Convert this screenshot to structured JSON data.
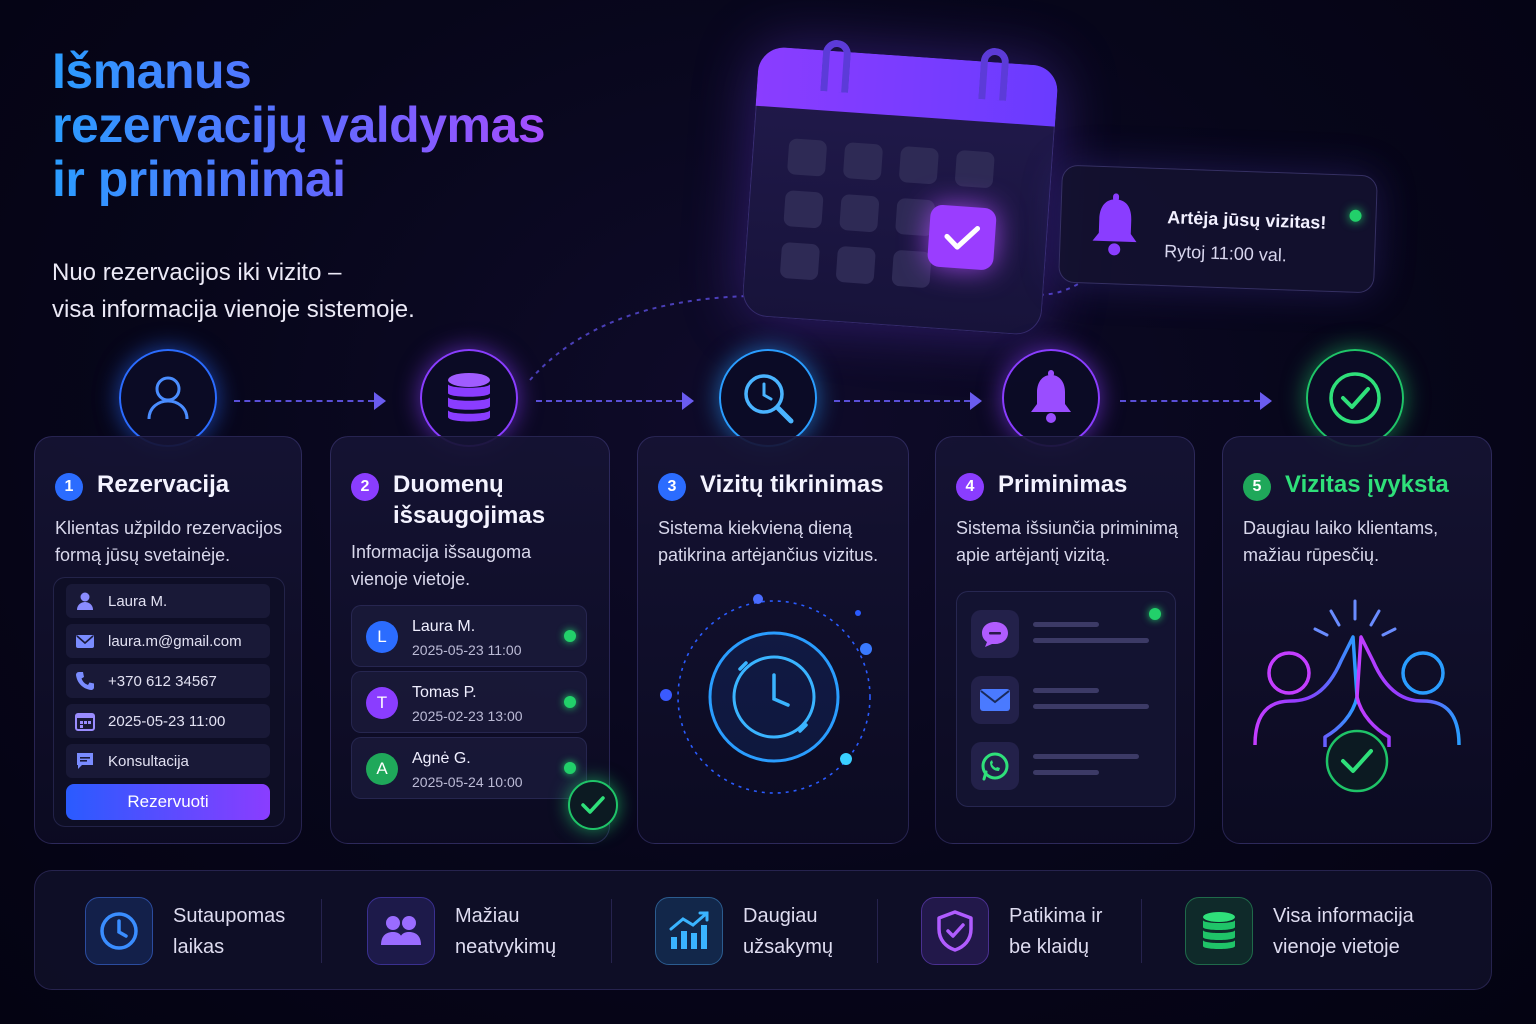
{
  "header": {
    "title_lines": [
      "Išmanus",
      "rezervacijų valdymas",
      "ir priminimai"
    ],
    "subtitle_lines": [
      "Nuo rezervacijos iki vizito –",
      "visa informacija vienoje sistemoje."
    ]
  },
  "notification": {
    "title": "Artėja jūsų vizitas!",
    "subtitle": "Rytoj 11:00 val."
  },
  "steps": [
    {
      "number": "1",
      "title_lines": [
        "Rezervacija"
      ],
      "desc_lines": [
        "Klientas užpildo rezervacijos",
        "formą jūsų svetainėje."
      ],
      "form": {
        "name": "Laura M.",
        "email": "laura.m@gmail.com",
        "phone": "+370 612 34567",
        "datetime": "2025-05-23 11:00",
        "service": "Konsultacija",
        "button": "Rezervuoti"
      }
    },
    {
      "number": "2",
      "title_lines": [
        "Duomenų",
        "išsaugojimas"
      ],
      "desc_lines": [
        "Informacija išsaugoma",
        "vienoje vietoje."
      ],
      "records": [
        {
          "initial": "L",
          "name": "Laura M.",
          "date": "2025-05-23 11:00"
        },
        {
          "initial": "T",
          "name": "Tomas P.",
          "date": "2025-02-23 13:00"
        },
        {
          "initial": "A",
          "name": "Agnė G.",
          "date": "2025-05-24 10:00"
        }
      ]
    },
    {
      "number": "3",
      "title_lines": [
        "Vizitų tikrinimas"
      ],
      "desc_lines": [
        "Sistema kiekvieną dieną",
        "patikrina artėjančius vizitus."
      ]
    },
    {
      "number": "4",
      "title_lines": [
        "Priminimas"
      ],
      "desc_lines": [
        "Sistema išsiunčia priminimą",
        "apie artėjantį vizitą."
      ]
    },
    {
      "number": "5",
      "title_lines": [
        "Vizitas įvyksta"
      ],
      "desc_lines": [
        "Daugiau laiko klientams,",
        "mažiau rūpesčių."
      ]
    }
  ],
  "benefits": [
    {
      "lines": [
        "Sutaupomas",
        "laikas"
      ],
      "icon": "clock-icon"
    },
    {
      "lines": [
        "Mažiau",
        "neatvykimų"
      ],
      "icon": "people-icon"
    },
    {
      "lines": [
        "Daugiau",
        "užsakymų"
      ],
      "icon": "chart-growth-icon"
    },
    {
      "lines": [
        "Patikima ir",
        "be klaidų"
      ],
      "icon": "shield-check-icon"
    },
    {
      "lines": [
        "Visa informacija",
        "vienoje vietoje"
      ],
      "icon": "database-icon"
    }
  ],
  "colors": {
    "blue": "#2b6cff",
    "purple": "#8a3dff",
    "cyan": "#2a9dff",
    "green": "#1fc468"
  }
}
